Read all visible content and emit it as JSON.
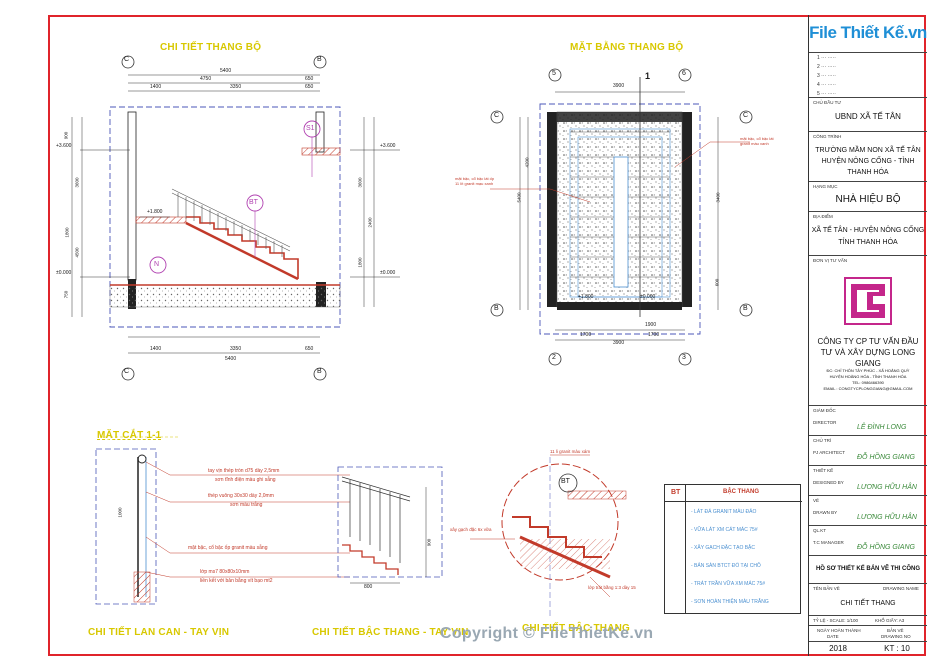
{
  "sheet": {
    "watermark": "Copyright © FileThietKe.vn",
    "views": {
      "stair_detail_title": "CHI TIẾT THANG BỘ",
      "stair_plan_title": "MẶT BẰNG THANG BỘ",
      "section_title": "MẶT CẮT 1-1",
      "railing_title": "CHI TIẾT LAN CAN - TAY VỊN",
      "tread_title": "CHI TIẾT BẬC THANG - TAY VỊN",
      "step_title": "CHI TIẾT BẬC THANG"
    },
    "elevation": {
      "grid_left": "C",
      "grid_right": "B",
      "dims_top": [
        "5400",
        "4750",
        "650",
        "1400",
        "3350",
        "650"
      ],
      "dims_bottom": [
        "1400",
        "3350",
        "650",
        "5400"
      ],
      "levels": [
        "+3.600",
        "+1.800",
        "±0.000",
        "+3.600",
        "±0.000"
      ],
      "marker_s1": "S1",
      "marker_bt": "BT",
      "marker_n": "N",
      "left_dims": [
        "900",
        "3600",
        "1800",
        "4500",
        "1800",
        "750"
      ],
      "right_dims": [
        "3600",
        "2400",
        "1800",
        "750"
      ]
    },
    "plan": {
      "grid_top": [
        "5",
        "6"
      ],
      "grid_bottom": [
        "2",
        "3"
      ],
      "grid_side": [
        "C",
        "B",
        "C",
        "B"
      ],
      "dims_top": [
        "3900"
      ],
      "dims_bottom": [
        "1900",
        "1700",
        "1700",
        "3900"
      ],
      "side_dims": [
        "5400",
        "4200",
        "3400",
        "600"
      ],
      "section_mark": "1",
      "levels": [
        "+1.800",
        "±0.000"
      ],
      "notes": [
        "mặt bậc, cổ bậc lát ốp 11 lít granit mạu xanh",
        "mặt bậc, cổ bậc lát granit màu xanh"
      ]
    },
    "section": {
      "notes": [
        "tay vịn thép tròn d75 dày 2,5mm",
        "sơn tĩnh điện màu ghi sẫng",
        "thép vuông 30x30 dày 2,0mm",
        "sơn màu trắng",
        "mặt bậc, cổ bậc ốp granit màu sẫng",
        "lớp ms7 80x80x10mm",
        "liền kết với bản bằng vít bạo mt2"
      ],
      "dims": [
        "1000",
        "800",
        "900"
      ]
    },
    "step": {
      "marker": "BT",
      "notes": [
        "11 li granit màu xám",
        "xây gạch đặc 6x vữa",
        "lớp trát bằng 1:3 dày 15"
      ]
    },
    "legend": {
      "header_code": "BT",
      "header_title": "BẬC THANG",
      "items": [
        "- LÁT ĐÁ GRANIT MÀU ĐẢO",
        "- VỮA LÁT XM CÁT MÁC 75#",
        "- XÂY GẠCH ĐẶC TẠO BẬC",
        "- BẢN SÀN BTCT ĐỔ TẠI CHỖ",
        "- TRÁT TRẦN VỮA XM MÁC 75#",
        "- SƠN HOÀN THIỆN MÀU TRẮNG"
      ]
    }
  },
  "titleblock": {
    "logo_text": "File Thiết Kế.vn",
    "revisions": [
      "1",
      "2",
      "3",
      "4",
      "5"
    ],
    "owner_label": "CHỦ ĐẦU TƯ",
    "owner": "UBND XÃ TẾ TÂN",
    "project_label": "CÔNG TRÌNH",
    "project": "TRƯỜNG MẦM NON XÃ TẾ TÂN HUYỆN NÔNG CỐNG - TỈNH THANH HÓA",
    "item_label": "HẠNG MỤC",
    "item": "NHÀ HIỆU BỘ",
    "location_label": "ĐỊA ĐIỂM",
    "location": "XÃ TẾ TÂN - HUYỆN NÔNG CỐNG TỈNH THANH HÓA",
    "consultant_label": "ĐƠN VỊ TƯ VẤN",
    "company": "CÔNG TY CP TƯ VẤN ĐẦU TƯ VÀ XÂY DỰNG LONG GIANG",
    "company_addr": [
      "ĐC: CHỈ THÔN TÂY PHÚC - XÃ HOẰNG QUỲ",
      "HUYỆN HOẰNG HÓA - TỈNH THANH HÓA",
      "TEL: 0986466390",
      "EMAIL : CONGTYCPLONGGIANG@GMAIL.COM"
    ],
    "roles": [
      {
        "role": "GIÁM ĐỐC",
        "sub": "DIRECTOR",
        "name": "LÊ ĐÌNH LONG"
      },
      {
        "role": "CHỦ TRÌ",
        "sub": "PJ ARCHITECT",
        "name": "ĐỖ HỒNG GIANG"
      },
      {
        "role": "THIẾT KẾ",
        "sub": "DESIGNED BY",
        "name": "LƯƠNG HỮU HÂN"
      },
      {
        "role": "VẼ",
        "sub": "DRAWN BY",
        "name": "LƯƠNG HỮU HÂN"
      },
      {
        "role": "QL.KT",
        "sub": "T.C MANAGER",
        "name": "ĐỖ HỒNG GIANG"
      }
    ],
    "doc_type": "HỒ SƠ THIẾT KẾ BẢN VẼ THI CÔNG",
    "drawing_name_label": "TÊN BẢN VẼ",
    "drawing_name_sub": "DRAWING NAME",
    "drawing_name": "CHI TIẾT THANG",
    "scale_label": "TỶ LỆ - SCALE: 1/100",
    "paper": "KHỔ GIẤY: A3",
    "date_label": "NGÀY HOÀN THÀNH",
    "date_sub": "DATE",
    "sheet_label": "BẢN VẼ",
    "sheet_sub": "DRAWING NO",
    "date": "2018",
    "sheet_no": "KT : 10"
  }
}
